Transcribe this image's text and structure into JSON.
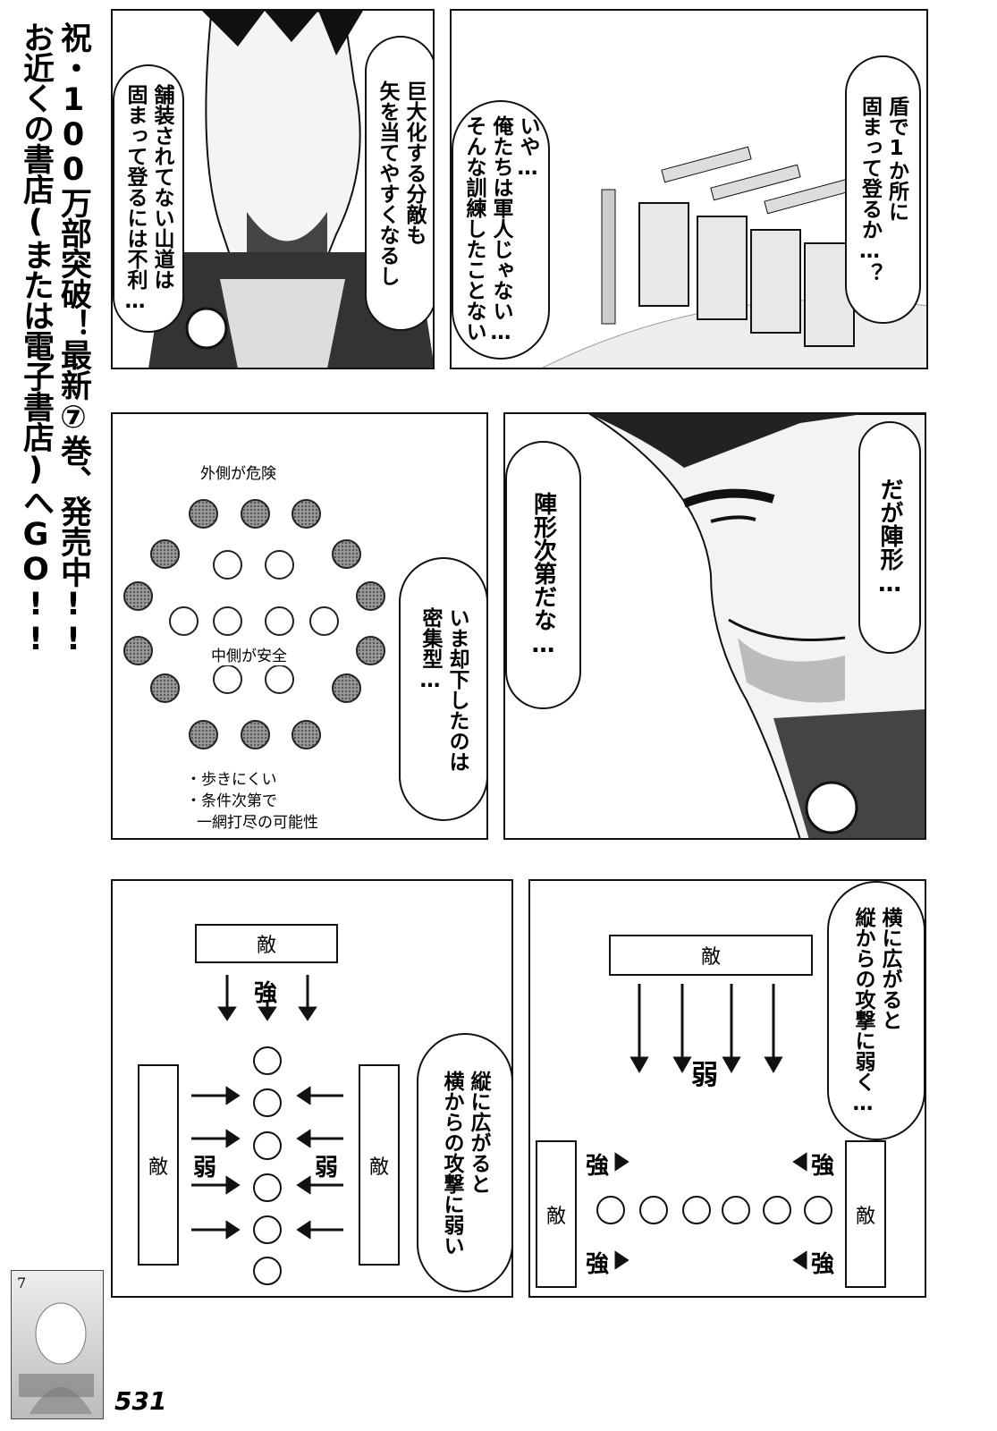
{
  "side_banner": {
    "line1": "祝・100万部突破！最新⑦巻、発売中!!",
    "line2": "お近くの書店(または電子書店)へGO!!",
    "cover_volume": "7"
  },
  "page_number": "531",
  "panels": {
    "p1": {
      "bubble_a": [
        "巨大化する分敵も",
        "矢を当てやすくなるし"
      ],
      "bubble_b": [
        "舗装されてない山道は",
        "固まって登るには不利…"
      ]
    },
    "p2": {
      "bubble_a": [
        "盾で1か所に",
        "固まって登るか…？"
      ],
      "bubble_b": [
        "いや…",
        "俺たちは軍人じゃない…",
        "そんな訓練したことない"
      ]
    },
    "p3": {
      "label_outer": "外側が危険",
      "label_inner": "中側が安全",
      "notes": [
        "・歩きにくい",
        "・条件次第で",
        "一網打尽の可能性"
      ],
      "bubble": [
        "いま却下したのは",
        "密集型…"
      ]
    },
    "p4": {
      "bubble_a": [
        "だが陣形…"
      ],
      "bubble_b": [
        "陣形次第だな…"
      ]
    },
    "p5": {
      "enemy": "敵",
      "strong": "強",
      "weak": "弱",
      "bubble": [
        "縦に広がると",
        "横からの攻撃に弱い"
      ]
    },
    "p6": {
      "enemy": "敵",
      "strong": "強",
      "weak": "弱",
      "bubble": [
        "横に広がると",
        "縦からの攻撃に弱く…"
      ]
    }
  }
}
